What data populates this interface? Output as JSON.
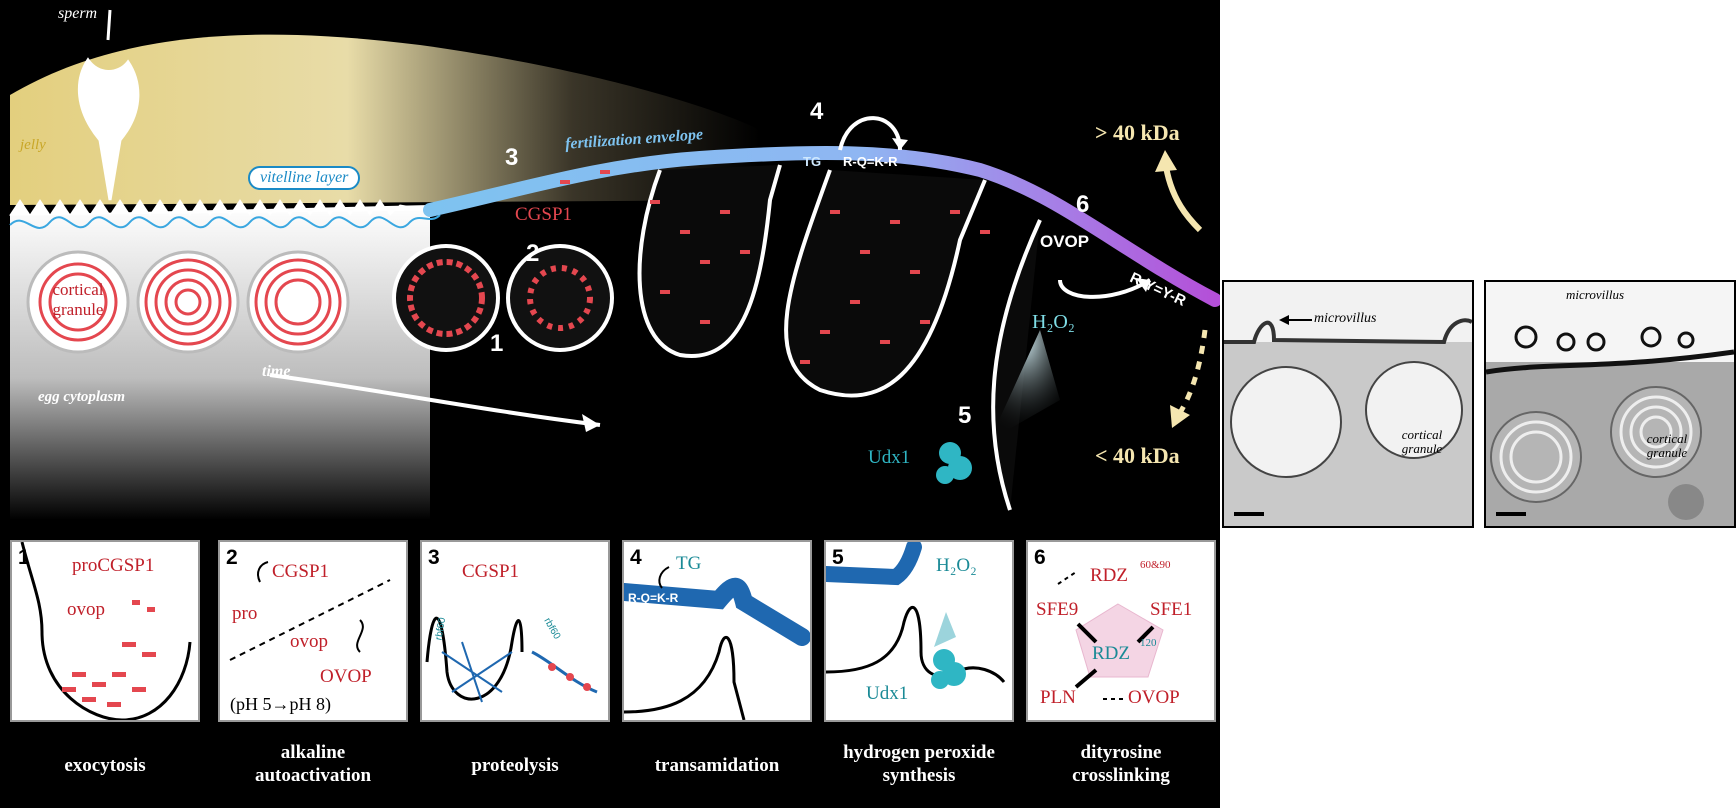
{
  "colors": {
    "background": "#000000",
    "jelly": "#e8d79a",
    "envelope": "#7ec3f0",
    "envelope_right": "#b44fd8",
    "cortical_granule": "#e4474f",
    "teal": "#2fb6c4",
    "cream": "#f5e6b0"
  },
  "main_diagram": {
    "sperm": "sperm",
    "jelly": "jelly",
    "vitelline_layer": "vitelline layer",
    "fertilization_envelope": "fertilization envelope",
    "cortical_granule": "cortical\ngranule",
    "egg_cytoplasm": "egg cytoplasm",
    "time": "time",
    "cgsp1": "CGSP1",
    "tg": "TG",
    "crosslink_rqkr": "R-Q=K-R",
    "ovop": "OVOP",
    "crosslink_ryyr": "R-Y=Y-R",
    "h2o2": "H₂O₂",
    "udx1": "Udx1",
    "gt40": "> 40 kDa",
    "lt40": "< 40 kDa",
    "step_numbers": [
      "1",
      "2",
      "3",
      "4",
      "5",
      "6"
    ]
  },
  "panels": [
    {
      "number": "1",
      "caption": "exocytosis",
      "labels": [
        "proCGSP1",
        "ovop"
      ]
    },
    {
      "number": "2",
      "caption": "alkaline\nautoactivation",
      "labels": [
        "CGSP1",
        "pro",
        "ovop",
        "OVOP",
        "(pH 5→pH 8)"
      ]
    },
    {
      "number": "3",
      "caption": "proteolysis",
      "labels": [
        "CGSP1",
        "rbf60",
        "rbf60"
      ]
    },
    {
      "number": "4",
      "caption": "transamidation",
      "labels": [
        "TG",
        "R-Q=K-R"
      ]
    },
    {
      "number": "5",
      "caption": "hydrogen peroxide\nsynthesis",
      "labels": [
        "H₂O₂",
        "Udx1"
      ]
    },
    {
      "number": "6",
      "caption": "dityrosine\ncrosslinking",
      "labels": [
        "RDZ",
        "60&90",
        "SFE9",
        "SFE1",
        "RDZ",
        "120",
        "PLN",
        "OVOP"
      ]
    }
  ],
  "micrographs": [
    {
      "labels": [
        "microvillus",
        "cortical\ngranule"
      ]
    },
    {
      "labels": [
        "microvillus",
        "cortical\ngranule"
      ]
    }
  ]
}
